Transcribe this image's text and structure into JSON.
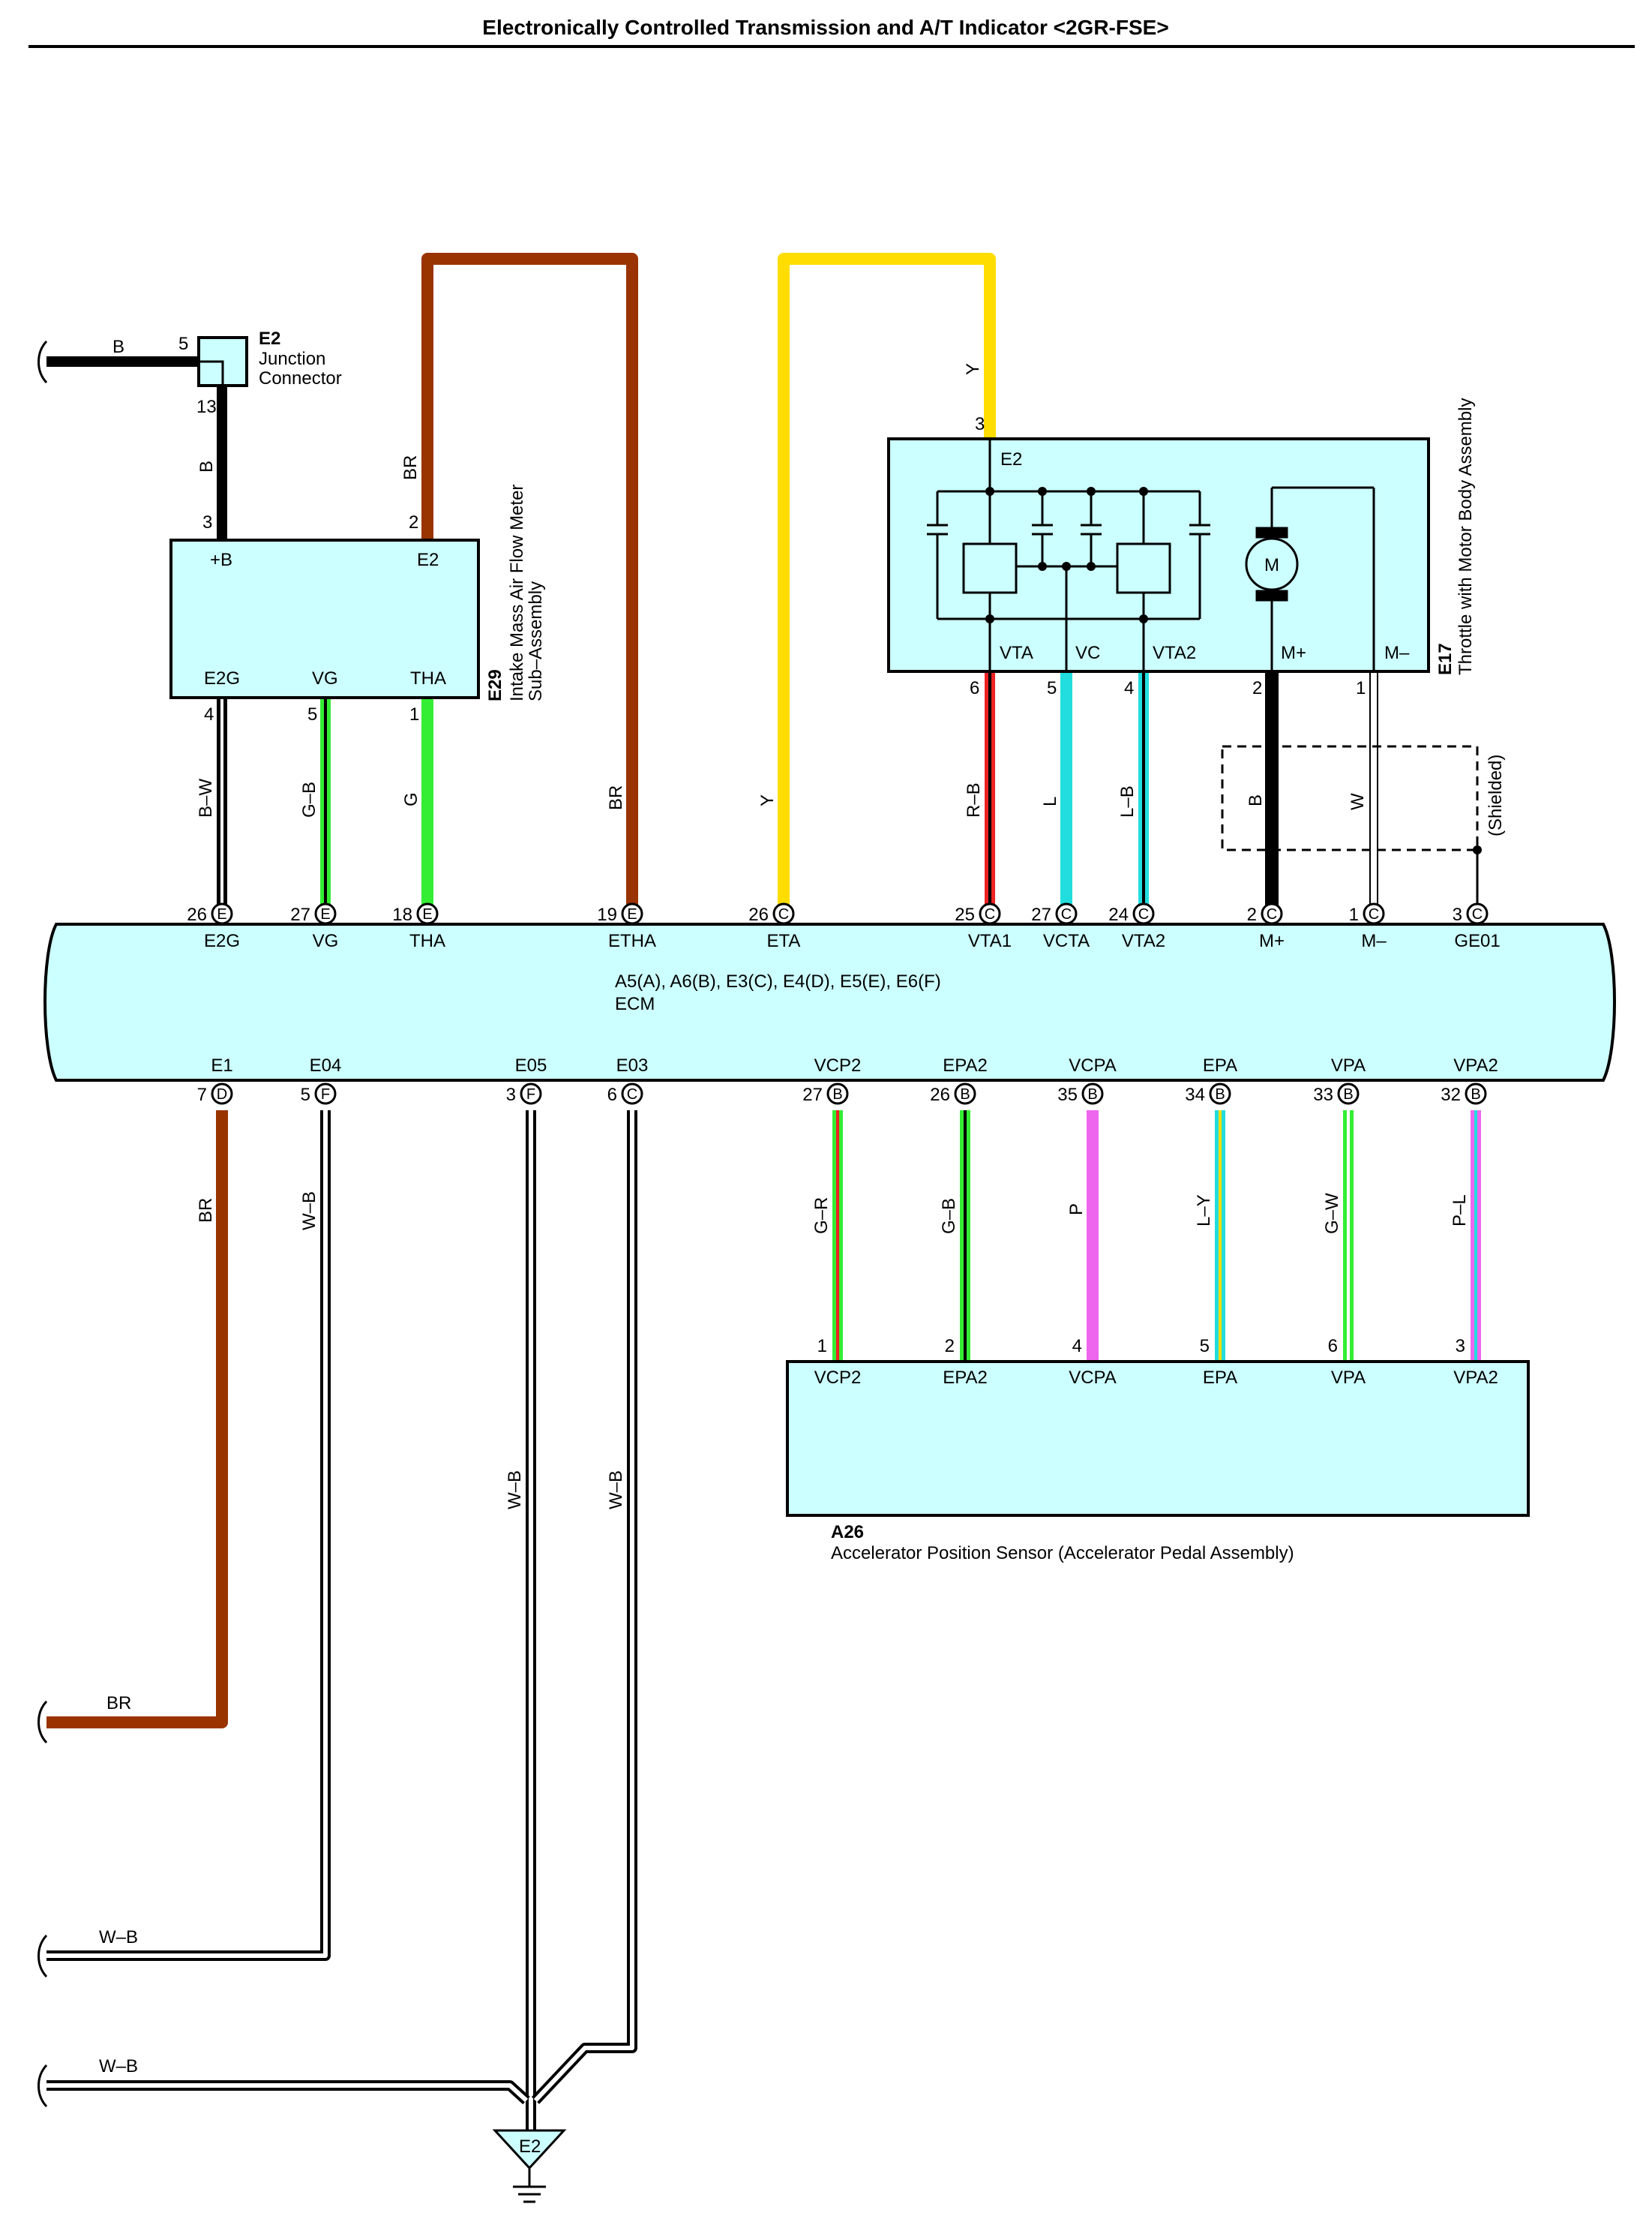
{
  "title": "Electronically Controlled Transmission and A/T Indicator <2GR-FSE>",
  "colors": {
    "B": "#000000",
    "BR": "#993300",
    "Y": "#ffdd00",
    "G": "#33ee33",
    "L": "#22dddd",
    "P": "#ee66ee",
    "R": "#ee2222",
    "W": "#ffffff",
    "box_fill": "#ccffff"
  },
  "e2_junction": {
    "code": "E2",
    "name_line1": "Junction",
    "name_line2": "Connector",
    "pin_in": "5",
    "pin_out": "13",
    "wire_in": "B",
    "wire_out": "B"
  },
  "e29": {
    "code": "E29",
    "name_line1": "Intake Mass Air Flow Meter",
    "name_line2": "Sub–Assembly",
    "top_pins": [
      {
        "num": "3",
        "label": "+B"
      },
      {
        "num": "2",
        "label": "E2"
      }
    ],
    "bottom_pins": [
      {
        "num": "4",
        "label": "E2G"
      },
      {
        "num": "5",
        "label": "VG"
      },
      {
        "num": "1",
        "label": "THA"
      }
    ],
    "wire_br_label": "BR"
  },
  "e17": {
    "code": "E17",
    "name": "Throttle with Motor Body Assembly",
    "top_pin": {
      "num": "3",
      "label": "E2"
    },
    "motor_label": "M",
    "bottom_pins": [
      {
        "num": "6",
        "label": "VTA"
      },
      {
        "num": "5",
        "label": "VC"
      },
      {
        "num": "4",
        "label": "VTA2"
      },
      {
        "num": "2",
        "label": "M+"
      },
      {
        "num": "1",
        "label": "M–"
      }
    ],
    "shielded": "(Shielded)"
  },
  "ecm": {
    "connectors": "A5(A), A6(B), E3(C), E4(D), E5(E), E6(F)",
    "name": "ECM",
    "top_terminals": [
      {
        "num": "26",
        "conn": "E",
        "label": "E2G",
        "wire": "B–W"
      },
      {
        "num": "27",
        "conn": "E",
        "label": "VG",
        "wire": "G–B"
      },
      {
        "num": "18",
        "conn": "E",
        "label": "THA",
        "wire": "G"
      },
      {
        "num": "19",
        "conn": "E",
        "label": "ETHA",
        "wire": "BR"
      },
      {
        "num": "26",
        "conn": "C",
        "label": "ETA",
        "wire": "Y"
      },
      {
        "num": "25",
        "conn": "C",
        "label": "VTA1",
        "wire": "R–B"
      },
      {
        "num": "27",
        "conn": "C",
        "label": "VCTA",
        "wire": "L"
      },
      {
        "num": "24",
        "conn": "C",
        "label": "VTA2",
        "wire": "L–B"
      },
      {
        "num": "2",
        "conn": "C",
        "label": "M+",
        "wire": "B"
      },
      {
        "num": "1",
        "conn": "C",
        "label": "M–",
        "wire": "W"
      },
      {
        "num": "3",
        "conn": "C",
        "label": "GE01",
        "wire": ""
      }
    ],
    "bottom_terminals": [
      {
        "num": "7",
        "conn": "D",
        "label": "E1",
        "wire": "BR"
      },
      {
        "num": "5",
        "conn": "F",
        "label": "E04",
        "wire": "W–B"
      },
      {
        "num": "3",
        "conn": "F",
        "label": "E05",
        "wire": "W–B"
      },
      {
        "num": "6",
        "conn": "C",
        "label": "E03",
        "wire": "W–B"
      },
      {
        "num": "27",
        "conn": "B",
        "label": "VCP2",
        "wire": "G–R"
      },
      {
        "num": "26",
        "conn": "B",
        "label": "EPA2",
        "wire": "G–B"
      },
      {
        "num": "35",
        "conn": "B",
        "label": "VCPA",
        "wire": "P"
      },
      {
        "num": "34",
        "conn": "B",
        "label": "EPA",
        "wire": "L–Y"
      },
      {
        "num": "33",
        "conn": "B",
        "label": "VPA",
        "wire": "G–W"
      },
      {
        "num": "32",
        "conn": "B",
        "label": "VPA2",
        "wire": "P–L"
      }
    ]
  },
  "a26": {
    "code": "A26",
    "name": "Accelerator Position Sensor (Accelerator Pedal Assembly)",
    "pins": [
      {
        "num": "1",
        "label": "VCP2"
      },
      {
        "num": "2",
        "label": "EPA2"
      },
      {
        "num": "4",
        "label": "VCPA"
      },
      {
        "num": "5",
        "label": "EPA"
      },
      {
        "num": "6",
        "label": "VPA"
      },
      {
        "num": "3",
        "label": "VPA2"
      }
    ]
  },
  "left_wires": [
    {
      "label": "B"
    },
    {
      "label": "BR"
    },
    {
      "label": "W–B"
    },
    {
      "label": "W–B"
    }
  ],
  "ground": {
    "label": "E2"
  },
  "extra_wire_labels": {
    "br_e29": "BR",
    "y_top": "Y",
    "br_long": "BR",
    "y_long": "Y",
    "e1_br": "BR",
    "e04": "W–B",
    "e05": "W–B",
    "e03": "W–B"
  }
}
